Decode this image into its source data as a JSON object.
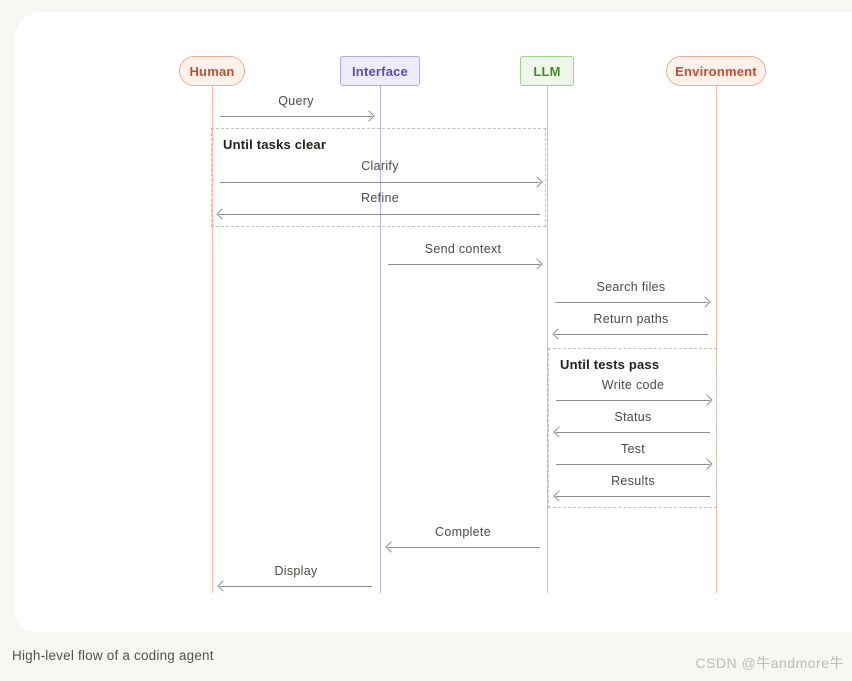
{
  "caption": "High-level flow of a coding agent",
  "watermark": "CSDN @牛andmore牛",
  "actors": [
    {
      "id": "human",
      "label": "Human",
      "shape": "pill",
      "accent": "#c94e2d",
      "border": "#f0ae99",
      "fill": "#fdf1ec",
      "lifeline": "#f4bca9"
    },
    {
      "id": "interface",
      "label": "Interface",
      "shape": "rect",
      "accent": "#5a4dbd",
      "border": "#b2a9e6",
      "fill": "#eeecfa",
      "lifeline": "#bcb4e8"
    },
    {
      "id": "llm",
      "label": "LLM",
      "shape": "rect",
      "accent": "#418f27",
      "border": "#a0d289",
      "fill": "#eef7ea",
      "lifeline": "#abd798"
    },
    {
      "id": "environment",
      "label": "Environment",
      "shape": "pill",
      "accent": "#c94e2d",
      "border": "#f0ae99",
      "fill": "#fdf1ec",
      "lifeline": "#f4bca9"
    }
  ],
  "loops": [
    {
      "label": "Until tasks clear"
    },
    {
      "label": "Until tests pass"
    }
  ],
  "messages": [
    {
      "label": "Query",
      "from": "Human",
      "to": "Interface",
      "direction": "right"
    },
    {
      "label": "Clarify",
      "from": "Human",
      "to": "LLM",
      "direction": "right",
      "loop": "Until tasks clear"
    },
    {
      "label": "Refine",
      "from": "LLM",
      "to": "Human",
      "direction": "left",
      "loop": "Until tasks clear"
    },
    {
      "label": "Send context",
      "from": "Interface",
      "to": "LLM",
      "direction": "right"
    },
    {
      "label": "Search files",
      "from": "LLM",
      "to": "Environment",
      "direction": "right"
    },
    {
      "label": "Return paths",
      "from": "Environment",
      "to": "LLM",
      "direction": "left"
    },
    {
      "label": "Write code",
      "from": "LLM",
      "to": "Environment",
      "direction": "right",
      "loop": "Until tests pass"
    },
    {
      "label": "Status",
      "from": "Environment",
      "to": "LLM",
      "direction": "left",
      "loop": "Until tests pass"
    },
    {
      "label": "Test",
      "from": "LLM",
      "to": "Environment",
      "direction": "right",
      "loop": "Until tests pass"
    },
    {
      "label": "Results",
      "from": "Environment",
      "to": "LLM",
      "direction": "left",
      "loop": "Until tests pass"
    },
    {
      "label": "Complete",
      "from": "LLM",
      "to": "Interface",
      "direction": "left"
    },
    {
      "label": "Display",
      "from": "Interface",
      "to": "Human",
      "direction": "left"
    }
  ],
  "colors": {
    "background": "#f7f7f4",
    "card": "#ffffff",
    "arrow": "#8d8d89",
    "loop_border": "#c3c3bd",
    "message_text": "#4c4c47"
  }
}
